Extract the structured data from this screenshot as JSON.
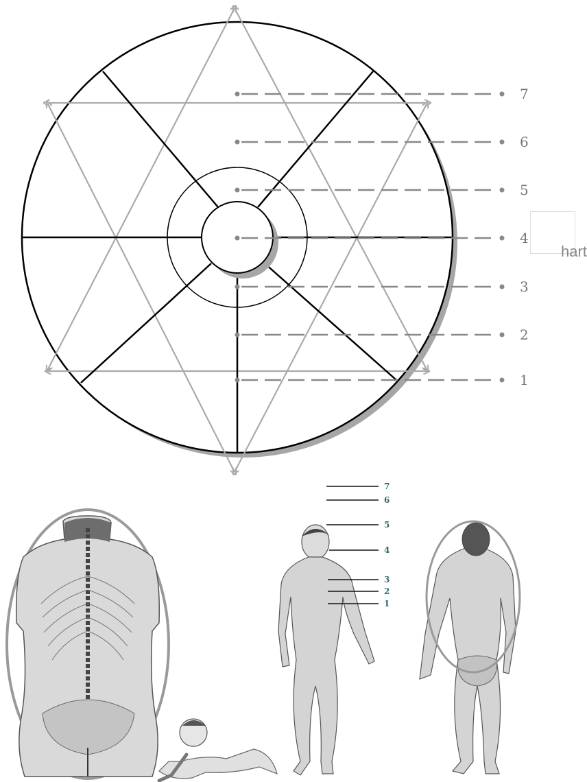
{
  "diagram": {
    "levels": [
      "1",
      "2",
      "3",
      "4",
      "5",
      "6",
      "7"
    ]
  },
  "figure_levels": [
    "1",
    "2",
    "3",
    "4",
    "5",
    "6",
    "7"
  ],
  "stray_label": "hart",
  "colors": {
    "line": "#000000",
    "triangle": "#aaaaaa",
    "dash": "#888888",
    "shadow": "#a6a6a6",
    "figure_num": "#2a6b6b"
  },
  "illustrations": [
    "back-spine-anatomy-icon",
    "crawling-baby-icon",
    "standing-man-front-icon",
    "standing-man-back-icon"
  ]
}
